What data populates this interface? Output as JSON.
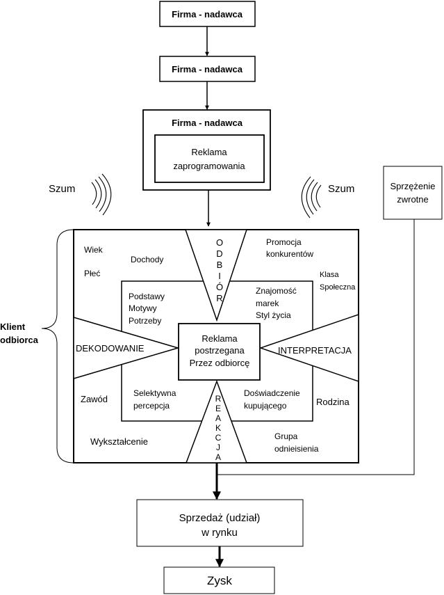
{
  "sender_1": "Firma - nadawca",
  "sender_2": "Firma - nadawca",
  "sender_3": "Firma - nadawca",
  "ad_programmed": [
    "Reklama",
    "zaprogramowania"
  ],
  "noise_left": "Szum",
  "noise_right": "Szum",
  "feedback": [
    "Sprzężenie",
    "zwrotne"
  ],
  "client": [
    "Klient",
    "odbiorca"
  ],
  "outer_labels": {
    "age": "Wiek",
    "sex": "Płeć",
    "income": "Dochody",
    "competition": [
      "Promocja",
      "konkurentów"
    ],
    "social_class": [
      "Klasa",
      "Społeczna"
    ],
    "profession": "Zawód",
    "family": "Rodzina",
    "education": "Wykształcenie",
    "reference_group": [
      "Grupa",
      "odnieisienia"
    ]
  },
  "inner_labels": {
    "basics": [
      "Podstawy",
      "Motywy",
      "Potrzeby"
    ],
    "brands": [
      "Znajomość",
      "marek",
      "Styl życia"
    ],
    "perception": [
      "Selektywna",
      "percepcja"
    ],
    "experience": [
      "Doświadczenie",
      "kupującego"
    ]
  },
  "reception_letters": [
    "O",
    "D",
    "B",
    "I",
    "Ó",
    "R"
  ],
  "reaction_letters": [
    "R",
    "E",
    "A",
    "K",
    "C",
    "J",
    "A"
  ],
  "decoding": "DEKODOWANIE",
  "interpretation": "INTERPRETACJA",
  "ad_perceived": [
    "Reklama",
    "postrzegana",
    "Przez odbiorcę"
  ],
  "sales": [
    "Sprzedaż (udział)",
    "w rynku"
  ],
  "profit": "Zysk"
}
